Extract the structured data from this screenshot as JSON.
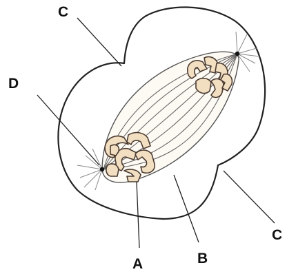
{
  "figure": {
    "labels": {
      "a": "A",
      "b": "B",
      "c_top": "C",
      "c_bottom": "C",
      "d": "D"
    }
  },
  "colors": {
    "ink": "#222222",
    "chromosome_fill": "#f2dfc2",
    "chromosome_outline": "#4a3a30",
    "spindle": "#666666",
    "aster": "#888888"
  }
}
